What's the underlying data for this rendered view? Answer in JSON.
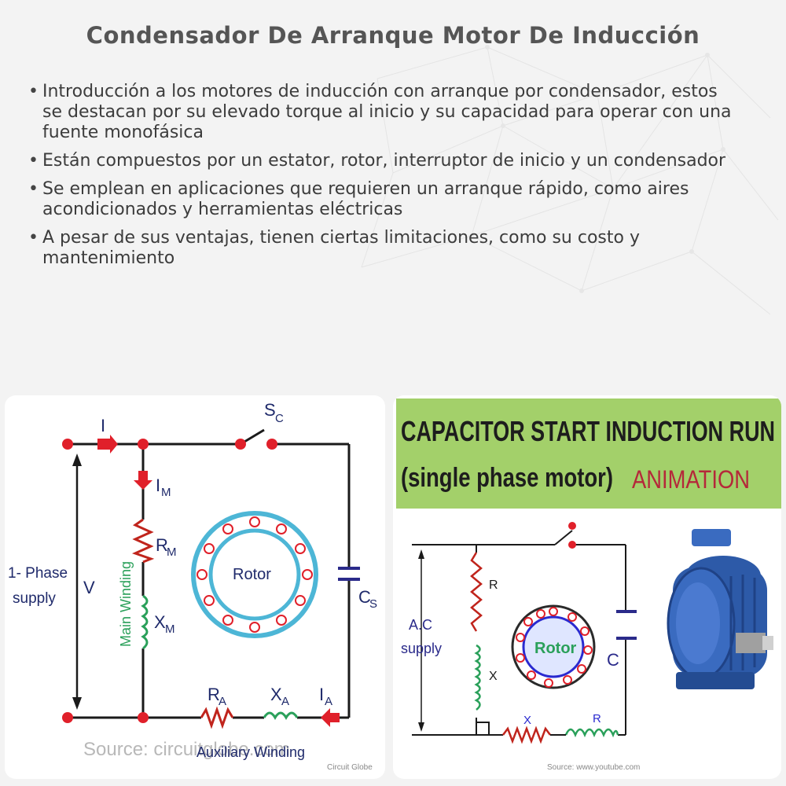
{
  "title": "Condensador De Arranque Motor De Inducción",
  "bullets": [
    "Introducción a los motores de inducción con arranque por condensador, estos se destacan por su elevado torque al inicio y su capacidad para operar con una fuente monofásica",
    "Están compuestos por un estator, rotor, interruptor de inicio y un condensador",
    "Se emplean en aplicaciones que requieren un arranque rápido, como aires acondicionados y herramientas eléctricas",
    "A pesar de sus ventajas, tienen ciertas limitaciones, como su costo y mantenimiento"
  ],
  "left_diagram": {
    "current_label": "I",
    "switch_label": "S",
    "switch_sub": "C",
    "main_current": "I",
    "main_current_sub": "M",
    "main_winding": "Main Winding",
    "rm": "R",
    "rm_sub": "M",
    "xm": "X",
    "xm_sub": "M",
    "rotor": "Rotor",
    "cap": "C",
    "cap_sub": "S",
    "supply_line1": "1- Phase",
    "supply_line2": "supply",
    "voltage": "V",
    "ra": "R",
    "ra_sub": "A",
    "xa": "X",
    "xa_sub": "A",
    "ia": "I",
    "ia_sub": "A",
    "aux_winding": "Auxiliary Winding",
    "source": "Source: circuitglobe.com",
    "watermark": "Circuit Globe"
  },
  "right_diagram": {
    "header_line1": "CAPACITOR START INDUCTION RUN",
    "header_line2": "(single phase motor)",
    "header_tag": "ANIMATION",
    "supply_line1": "A.C",
    "supply_line2": "supply",
    "r_label": "R",
    "x_label": "X",
    "rotor": "Rotor",
    "c_label": "C",
    "bottom_x": "X",
    "bottom_r": "R",
    "source": "Source: www.youtube.com"
  },
  "colors": {
    "wire": "#1a1a1a",
    "node": "#e0202a",
    "rotor_ring": "#4db6d6",
    "resistor": "#c0241c",
    "inductor": "#2aa05a",
    "capacitor": "#2a2a8a",
    "header_bg": "#a3d06a",
    "header_text": "#1d1d1d",
    "animation_text": "#b5283a",
    "motor_blue": "#2d5aa8"
  }
}
